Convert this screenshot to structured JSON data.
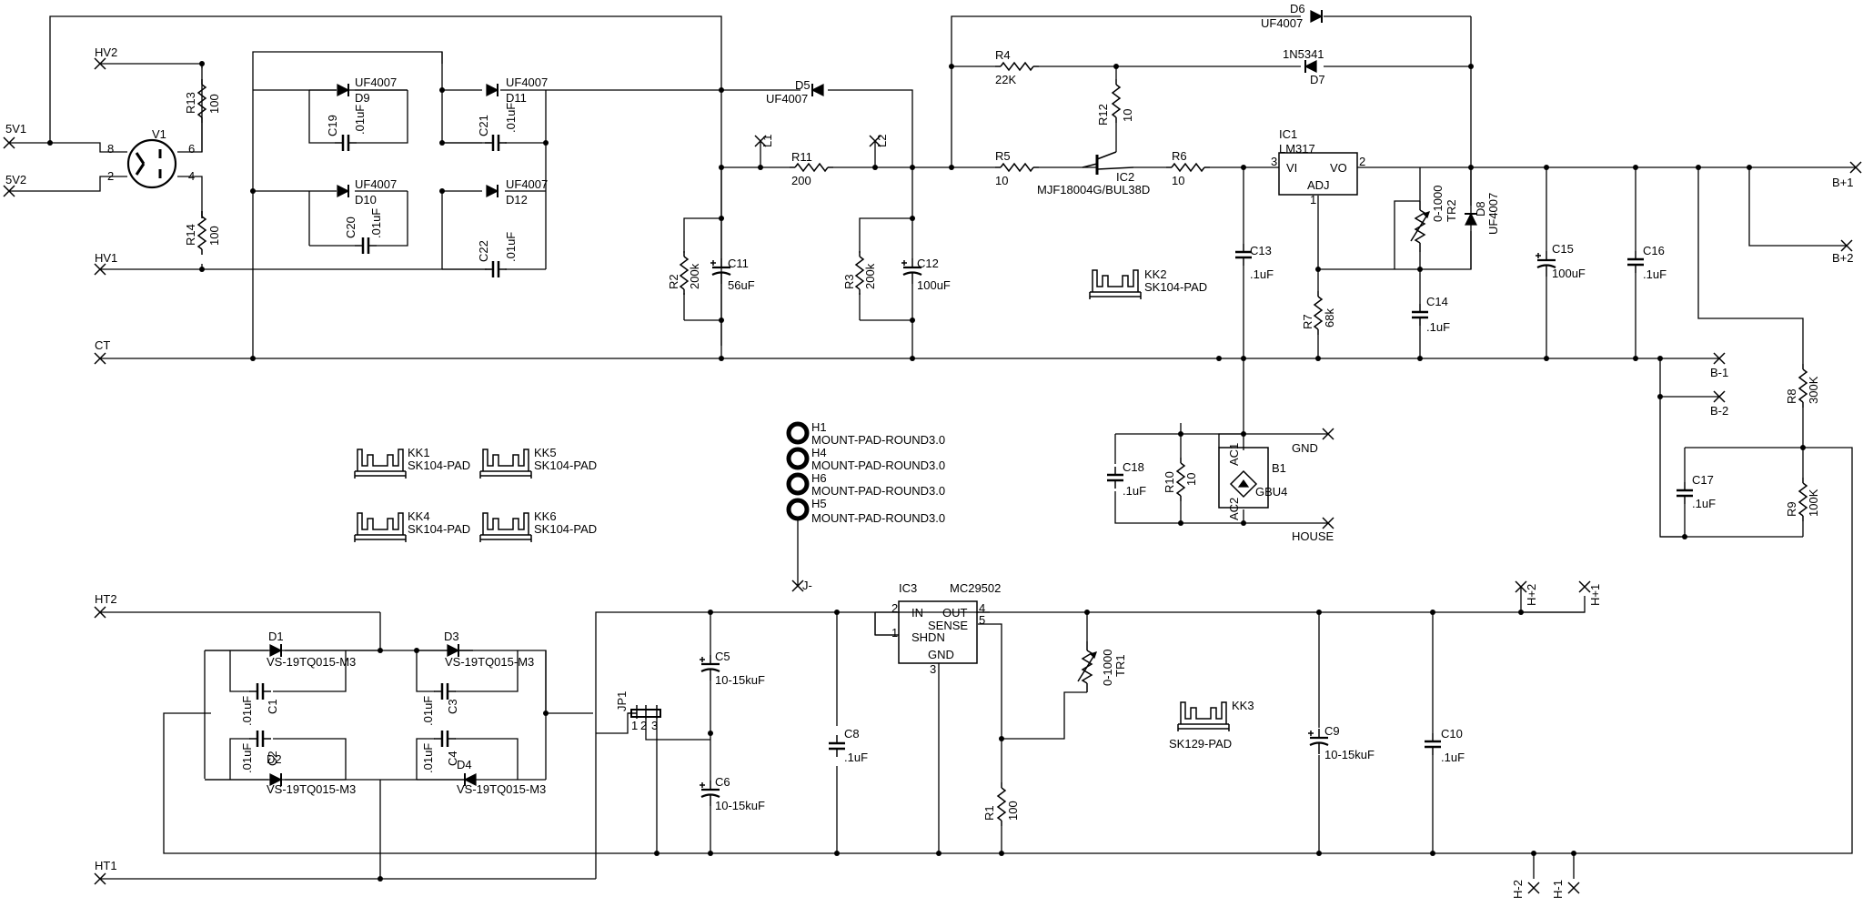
{
  "ports": {
    "p5v1": "5V1",
    "p5v2": "5V2",
    "hv2": "HV2",
    "hv1": "HV1",
    "ct": "CT",
    "l1": "L1",
    "l2": "L2",
    "bp1": "B+1",
    "bp2": "B+2",
    "bm1": "B-1",
    "bm2": "B-2",
    "gnd": "GND",
    "house": "HOUSE",
    "jm": "J-",
    "ht2": "HT2",
    "ht1": "HT1",
    "hp2": "H+2",
    "hp1": "H+1",
    "hm2": "H-2",
    "hm1": "H-1"
  },
  "parts": {
    "v1": "V1",
    "pin8": "8",
    "pin6": "6",
    "pin2": "2",
    "pin4": "4",
    "r13": "R13",
    "r13v": "100",
    "r14": "R14",
    "r14v": "100",
    "d9": "D9",
    "d9v": "UF4007",
    "d10": "D10",
    "d10v": "UF4007",
    "d11": "D11",
    "d11v": "UF4007",
    "d12": "D12",
    "d12v": "UF4007",
    "c19": "C19",
    "c19v": ".01uF",
    "c20": "C20",
    "c20v": ".01uF",
    "c21": "C21",
    "c21v": ".01uF",
    "c22": "C22",
    "c22v": ".01uF",
    "d5": "D5",
    "d5v": "UF4007",
    "r11": "R11",
    "r11v": "200",
    "r2": "R2",
    "r2v": "200k",
    "r3": "R3",
    "r3v": "200k",
    "c11": "C11",
    "c11v": "56uF",
    "c12": "C12",
    "c12v": "100uF",
    "d6": "D6",
    "d6v": "UF4007",
    "d7": "D7",
    "d7v": "1N5341",
    "r4": "R4",
    "r4v": "22K",
    "r12": "R12",
    "r12v": "10",
    "r5": "R5",
    "r5v": "10",
    "r6": "R6",
    "r6v": "10",
    "ic2": "IC2",
    "ic2v": "MJF18004G/BUL38D",
    "ic1": "IC1",
    "ic1v": "LM317",
    "ic1vi": "VI",
    "ic1vo": "VO",
    "ic1adj": "ADJ",
    "ic1p3": "3",
    "ic1p2": "2",
    "ic1p1": "1",
    "tr2": "TR2",
    "tr2v": "0-1000",
    "d8": "D8",
    "d8v": "UF4007",
    "c13": "C13",
    "c13v": ".1uF",
    "c14": "C14",
    "c14v": ".1uF",
    "c15": "C15",
    "c15v": "100uF",
    "c16": "C16",
    "c16v": ".1uF",
    "r7": "R7",
    "r7v": "68k",
    "kk2": "KK2",
    "kk2v": "SK104-PAD",
    "c18": "C18",
    "c18v": ".1uF",
    "r10": "R10",
    "r10v": "10",
    "b1": "B1",
    "b1v": "GBU4",
    "ac1": "AC1",
    "ac2": "AC2",
    "r8": "R8",
    "r8v": "300K",
    "r9": "R9",
    "r9v": "100K",
    "c17": "C17",
    "c17v": ".1uF",
    "kk1": "KK1",
    "kk1v": "SK104-PAD",
    "kk5": "KK5",
    "kk5v": "SK104-PAD",
    "kk4": "KK4",
    "kk4v": "SK104-PAD",
    "kk6": "KK6",
    "kk6v": "SK104-PAD",
    "h1": "H1",
    "h1v": "MOUNT-PAD-ROUND3.0",
    "h4": "H4",
    "h4v": "MOUNT-PAD-ROUND3.0",
    "h6": "H6",
    "h6v": "MOUNT-PAD-ROUND3.0",
    "h5": "H5",
    "h5v": "MOUNT-PAD-ROUND3.0",
    "d1": "D1",
    "d1v": "VS-19TQ015-M3",
    "d2": "D2",
    "d2v": "VS-19TQ015-M3",
    "d3": "D3",
    "d3v": "VS-19TQ015-M3",
    "d4": "D4",
    "d4v": "VS-19TQ015-M3",
    "c1": "C1",
    "c1v": ".01uF",
    "c2": "C2",
    "c2v": ".01uF",
    "c3": "C3",
    "c3v": ".01uF",
    "c4": "C4",
    "c4v": ".01uF",
    "jp1": "JP1",
    "jp1p1": "1",
    "jp1p2": "2",
    "jp1p3": "3",
    "c5": "C5",
    "c5v": "10-15kuF",
    "c6": "C6",
    "c6v": "10-15kuF",
    "c8": "C8",
    "c8v": ".1uF",
    "ic3": "IC3",
    "ic3v": "MC29502",
    "ic3in": "IN",
    "ic3out": "OUT",
    "ic3sense": "SENSE",
    "ic3shdn": "SHDN",
    "ic3gnd": "GND",
    "ic3p2": "2",
    "ic3p1": "1",
    "ic3p4": "4",
    "ic3p5": "5",
    "ic3p3": "3",
    "tr1": "TR1",
    "tr1v": "0-1000",
    "r1": "R1",
    "r1v": "100",
    "kk3": "KK3",
    "kk3v": "SK129-PAD",
    "c9": "C9",
    "c9v": "10-15kuF",
    "c10": "C10",
    "c10v": ".1uF"
  }
}
